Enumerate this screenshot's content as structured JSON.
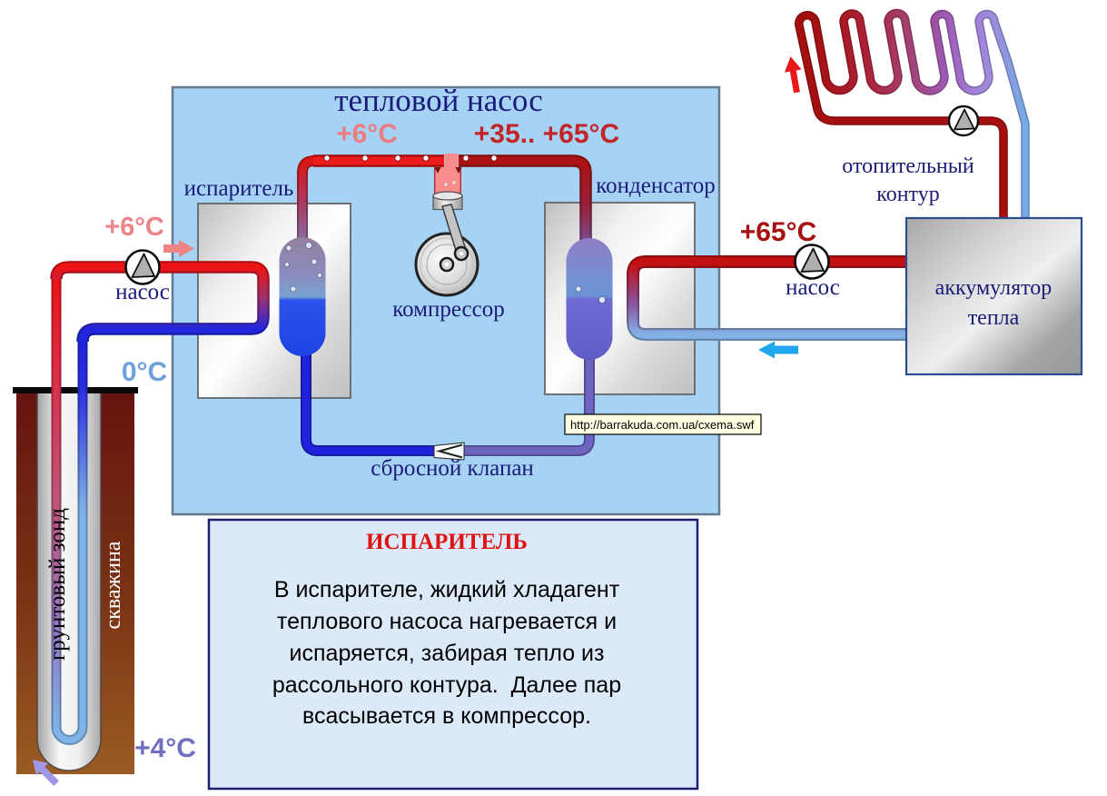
{
  "heat_pump": {
    "title": "тепловой насос",
    "temp_evaporator_side": "+6°C",
    "temp_compressor_out": "+35.. +65°C",
    "evaporator_label": "испаритель",
    "condenser_label": "конденсатор",
    "compressor_label": "компрессор",
    "relief_valve_label": "сбросной клапан"
  },
  "brine_circuit": {
    "temp_out": "+6°C",
    "temp_return": "0°C",
    "temp_ground": "+4°C",
    "pump_label": "насос",
    "ground_probe_label": "грунтовый зонд",
    "borehole_label": "скважина"
  },
  "heating_circuit": {
    "temp_supply": "+65°C",
    "pump_label": "насос",
    "circuit_label_line1": "отопительный",
    "circuit_label_line2": "контур",
    "accumulator_line1": "аккумулятор",
    "accumulator_line2": "тепла"
  },
  "url_box": {
    "text": "http://barrakuda.com.ua/cxema.swf"
  },
  "info_box": {
    "title": "ИСПАРИТЕЛЬ",
    "lines": [
      "В испарителе, жидкий хладагент",
      "теплового насоса нагревается и",
      "испаряется, забирая тепло из",
      "рассольного контура.  Далее пар",
      "всасывается в компрессор."
    ]
  },
  "colors": {
    "heat_pump_box_fill": "#a6d2f4",
    "heat_pump_box_border": "#64788f",
    "navy_label": "#1b1b7a",
    "hot_red": "#e01414",
    "dark_red": "#a50f0f",
    "salmon": "#ed8287",
    "crimson_label": "#c3242a",
    "light_blue_pipe": "#7fb2e6",
    "dark_blue_pipe": "#2122dc",
    "purple_pipe": "#6e64c2",
    "temp_cold_blue": "#6fa0dc",
    "temp_ground_purple": "#6f6fbf",
    "info_box_fill": "#dbe9f9",
    "info_box_border": "#1d1d6e",
    "info_title_red": "#e01313",
    "url_box_fill": "#ffffe3",
    "ground_brown_top": "#651310",
    "ground_brown_bottom": "#9c5b23"
  }
}
